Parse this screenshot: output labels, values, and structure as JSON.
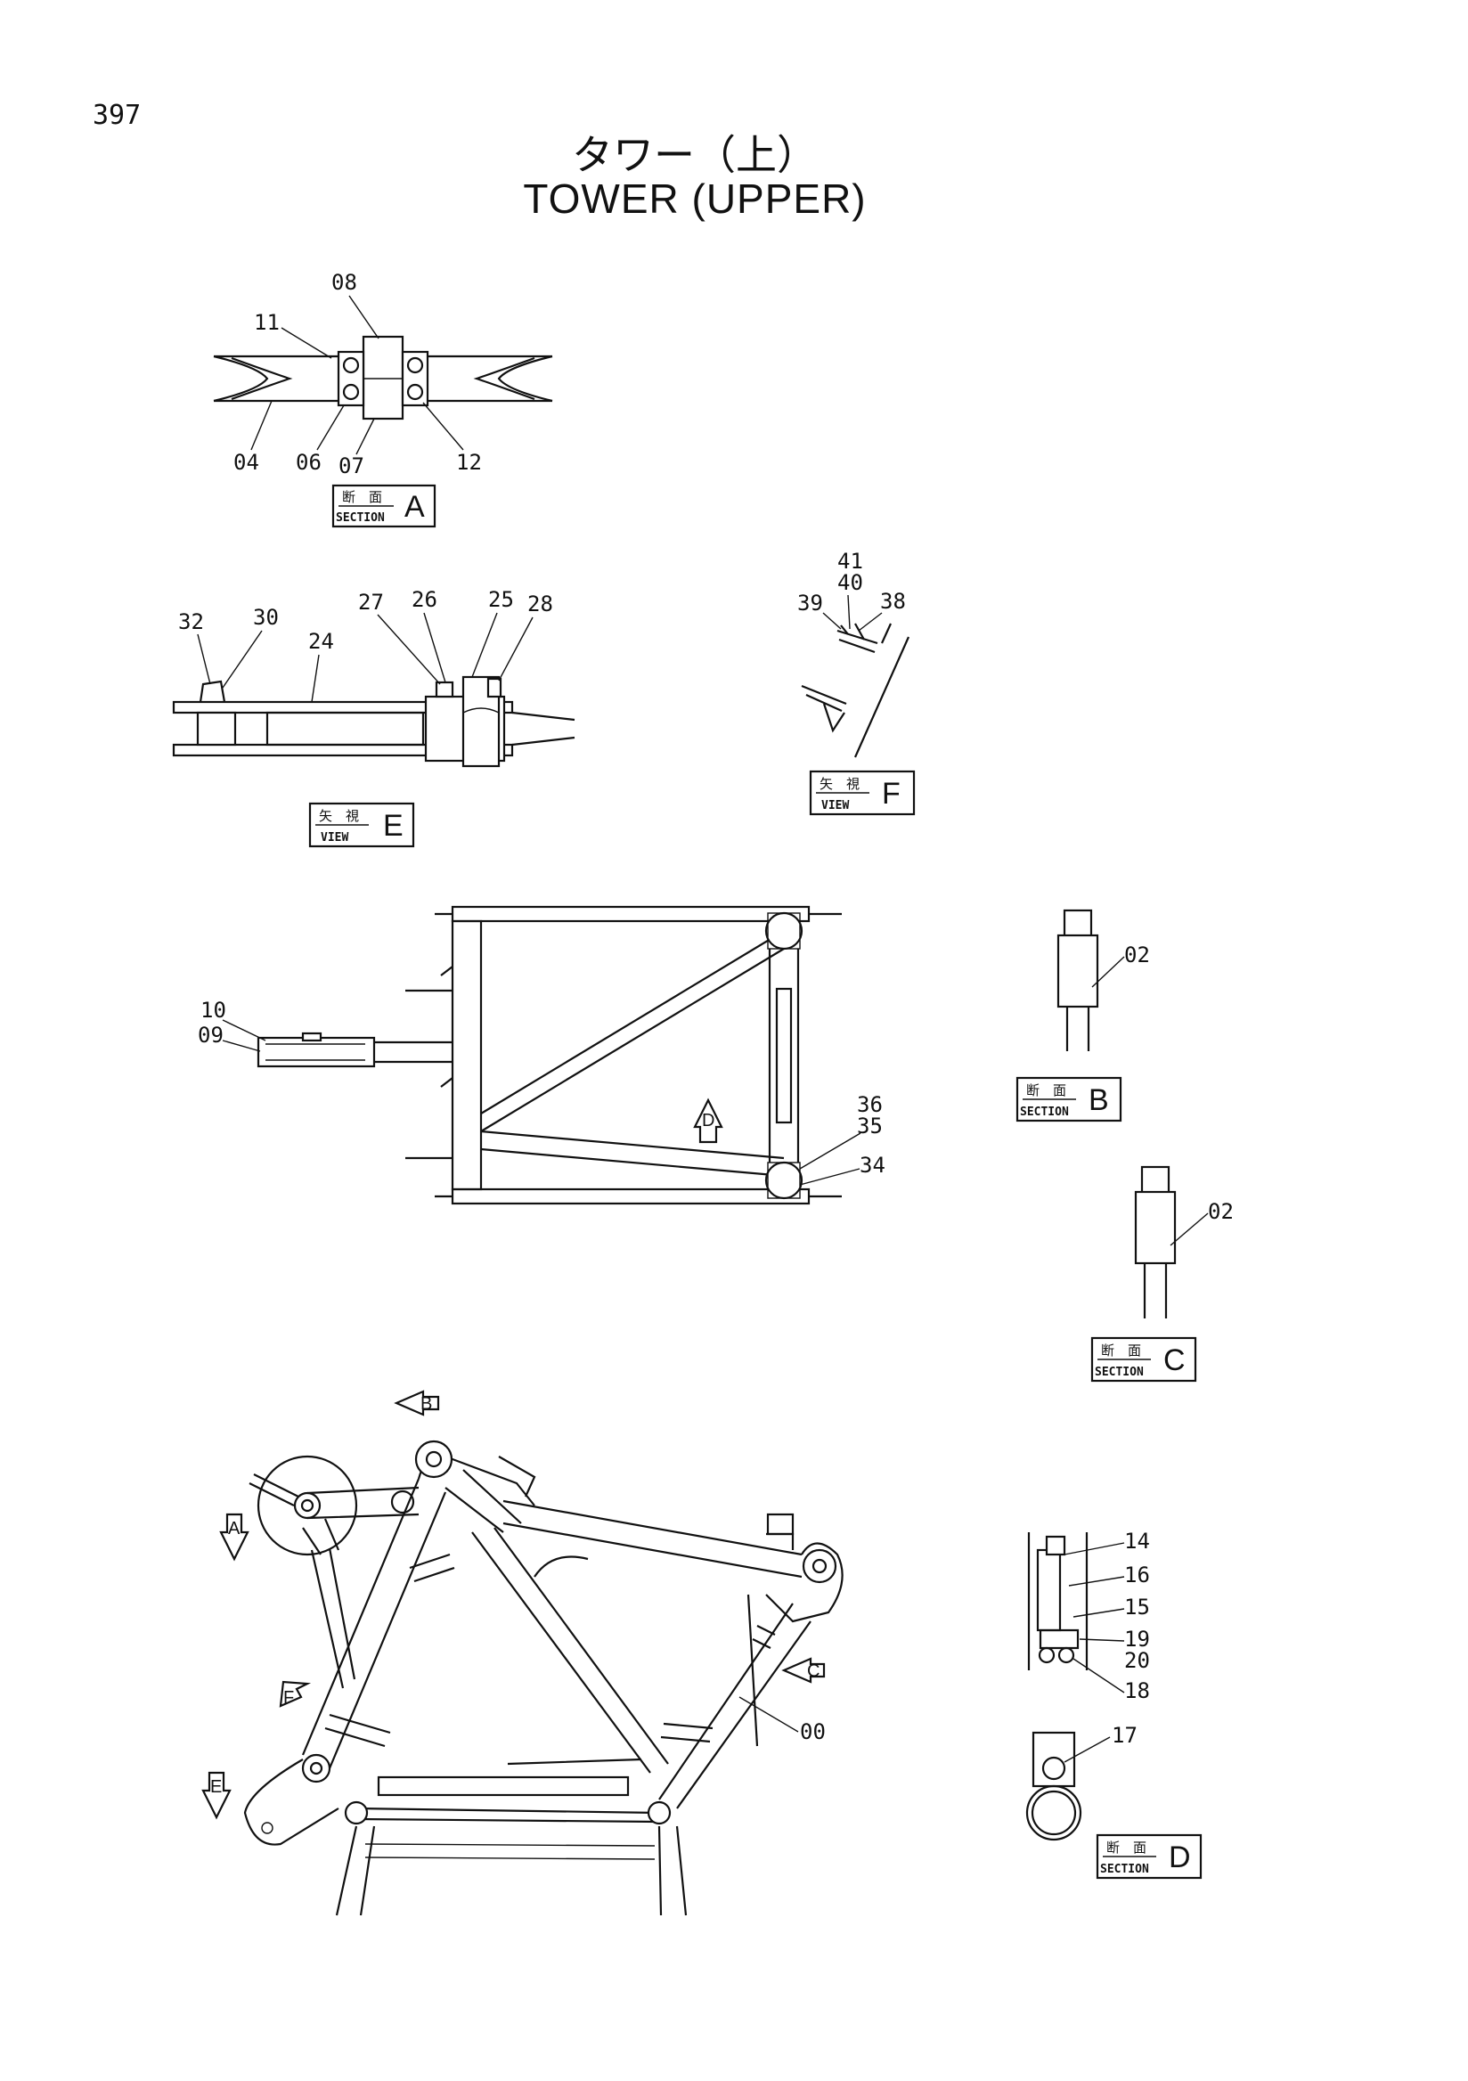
{
  "page_number": "397",
  "title_jp": "タワー（上）",
  "title_en": "TOWER (UPPER)",
  "tag_text": {
    "section_jp": "断　面",
    "section_en": "SECTION",
    "view_jp": "矢　視",
    "view_en": "VIEW"
  },
  "views": {
    "section_a": {
      "letter": "A",
      "callouts": [
        "08",
        "11",
        "04",
        "06",
        "07",
        "12"
      ]
    },
    "view_e": {
      "letter": "E",
      "callouts": [
        "32",
        "30",
        "24",
        "27",
        "26",
        "25",
        "28"
      ]
    },
    "view_f": {
      "letter": "F",
      "callouts": [
        "41",
        "40",
        "39",
        "38"
      ]
    },
    "plan": {
      "callouts": [
        "10",
        "09",
        "36",
        "35",
        "34"
      ],
      "arrow": "D"
    },
    "section_b": {
      "letter": "B",
      "callouts": [
        "02"
      ]
    },
    "section_c": {
      "letter": "C",
      "callouts": [
        "02"
      ]
    },
    "elevation": {
      "callouts": [
        "00"
      ],
      "arrows": [
        "B",
        "A",
        "F",
        "E",
        "C"
      ]
    },
    "section_d": {
      "letter": "D",
      "callouts": [
        "14",
        "16",
        "15",
        "19",
        "20",
        "18",
        "17"
      ]
    }
  },
  "colors": {
    "ink": "#111111",
    "paper": "#ffffff"
  }
}
